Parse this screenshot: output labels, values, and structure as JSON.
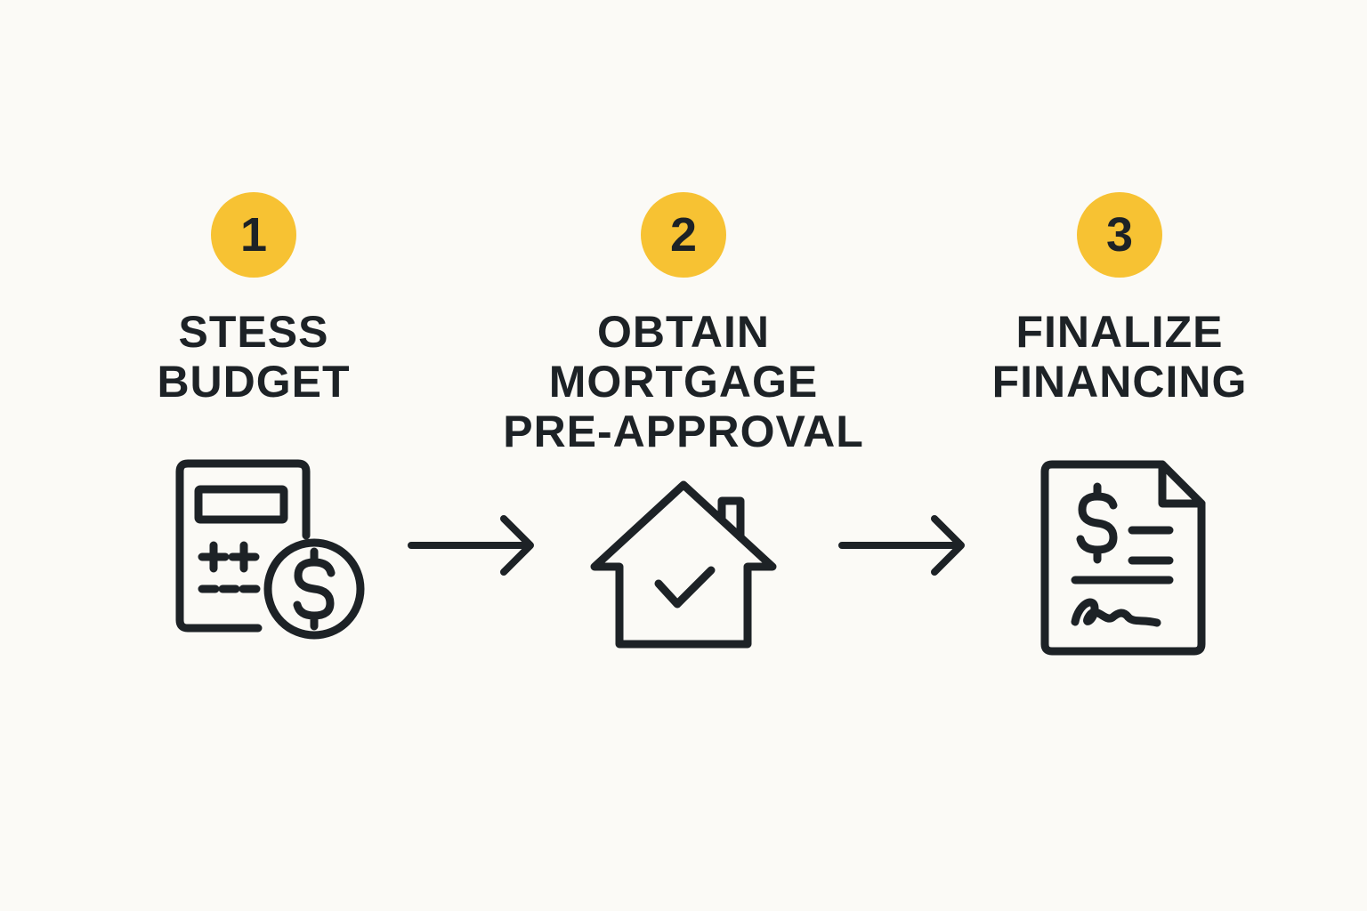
{
  "accent_color": "#f7c233",
  "ink_color": "#1d2226",
  "background_color": "#fbfaf6",
  "steps": [
    {
      "number": "1",
      "title_lines": [
        "STESS",
        "BUDGET"
      ],
      "icon": "calculator-dollar-icon"
    },
    {
      "number": "2",
      "title_lines": [
        "OBTAIN",
        "MORTGAGE",
        "PRE-APPROVAL"
      ],
      "icon": "house-check-icon"
    },
    {
      "number": "3",
      "title_lines": [
        "FINALIZE",
        "FINANCING"
      ],
      "icon": "signed-document-dollar-icon"
    }
  ],
  "connectors": [
    "right-arrow-icon",
    "right-arrow-icon"
  ]
}
